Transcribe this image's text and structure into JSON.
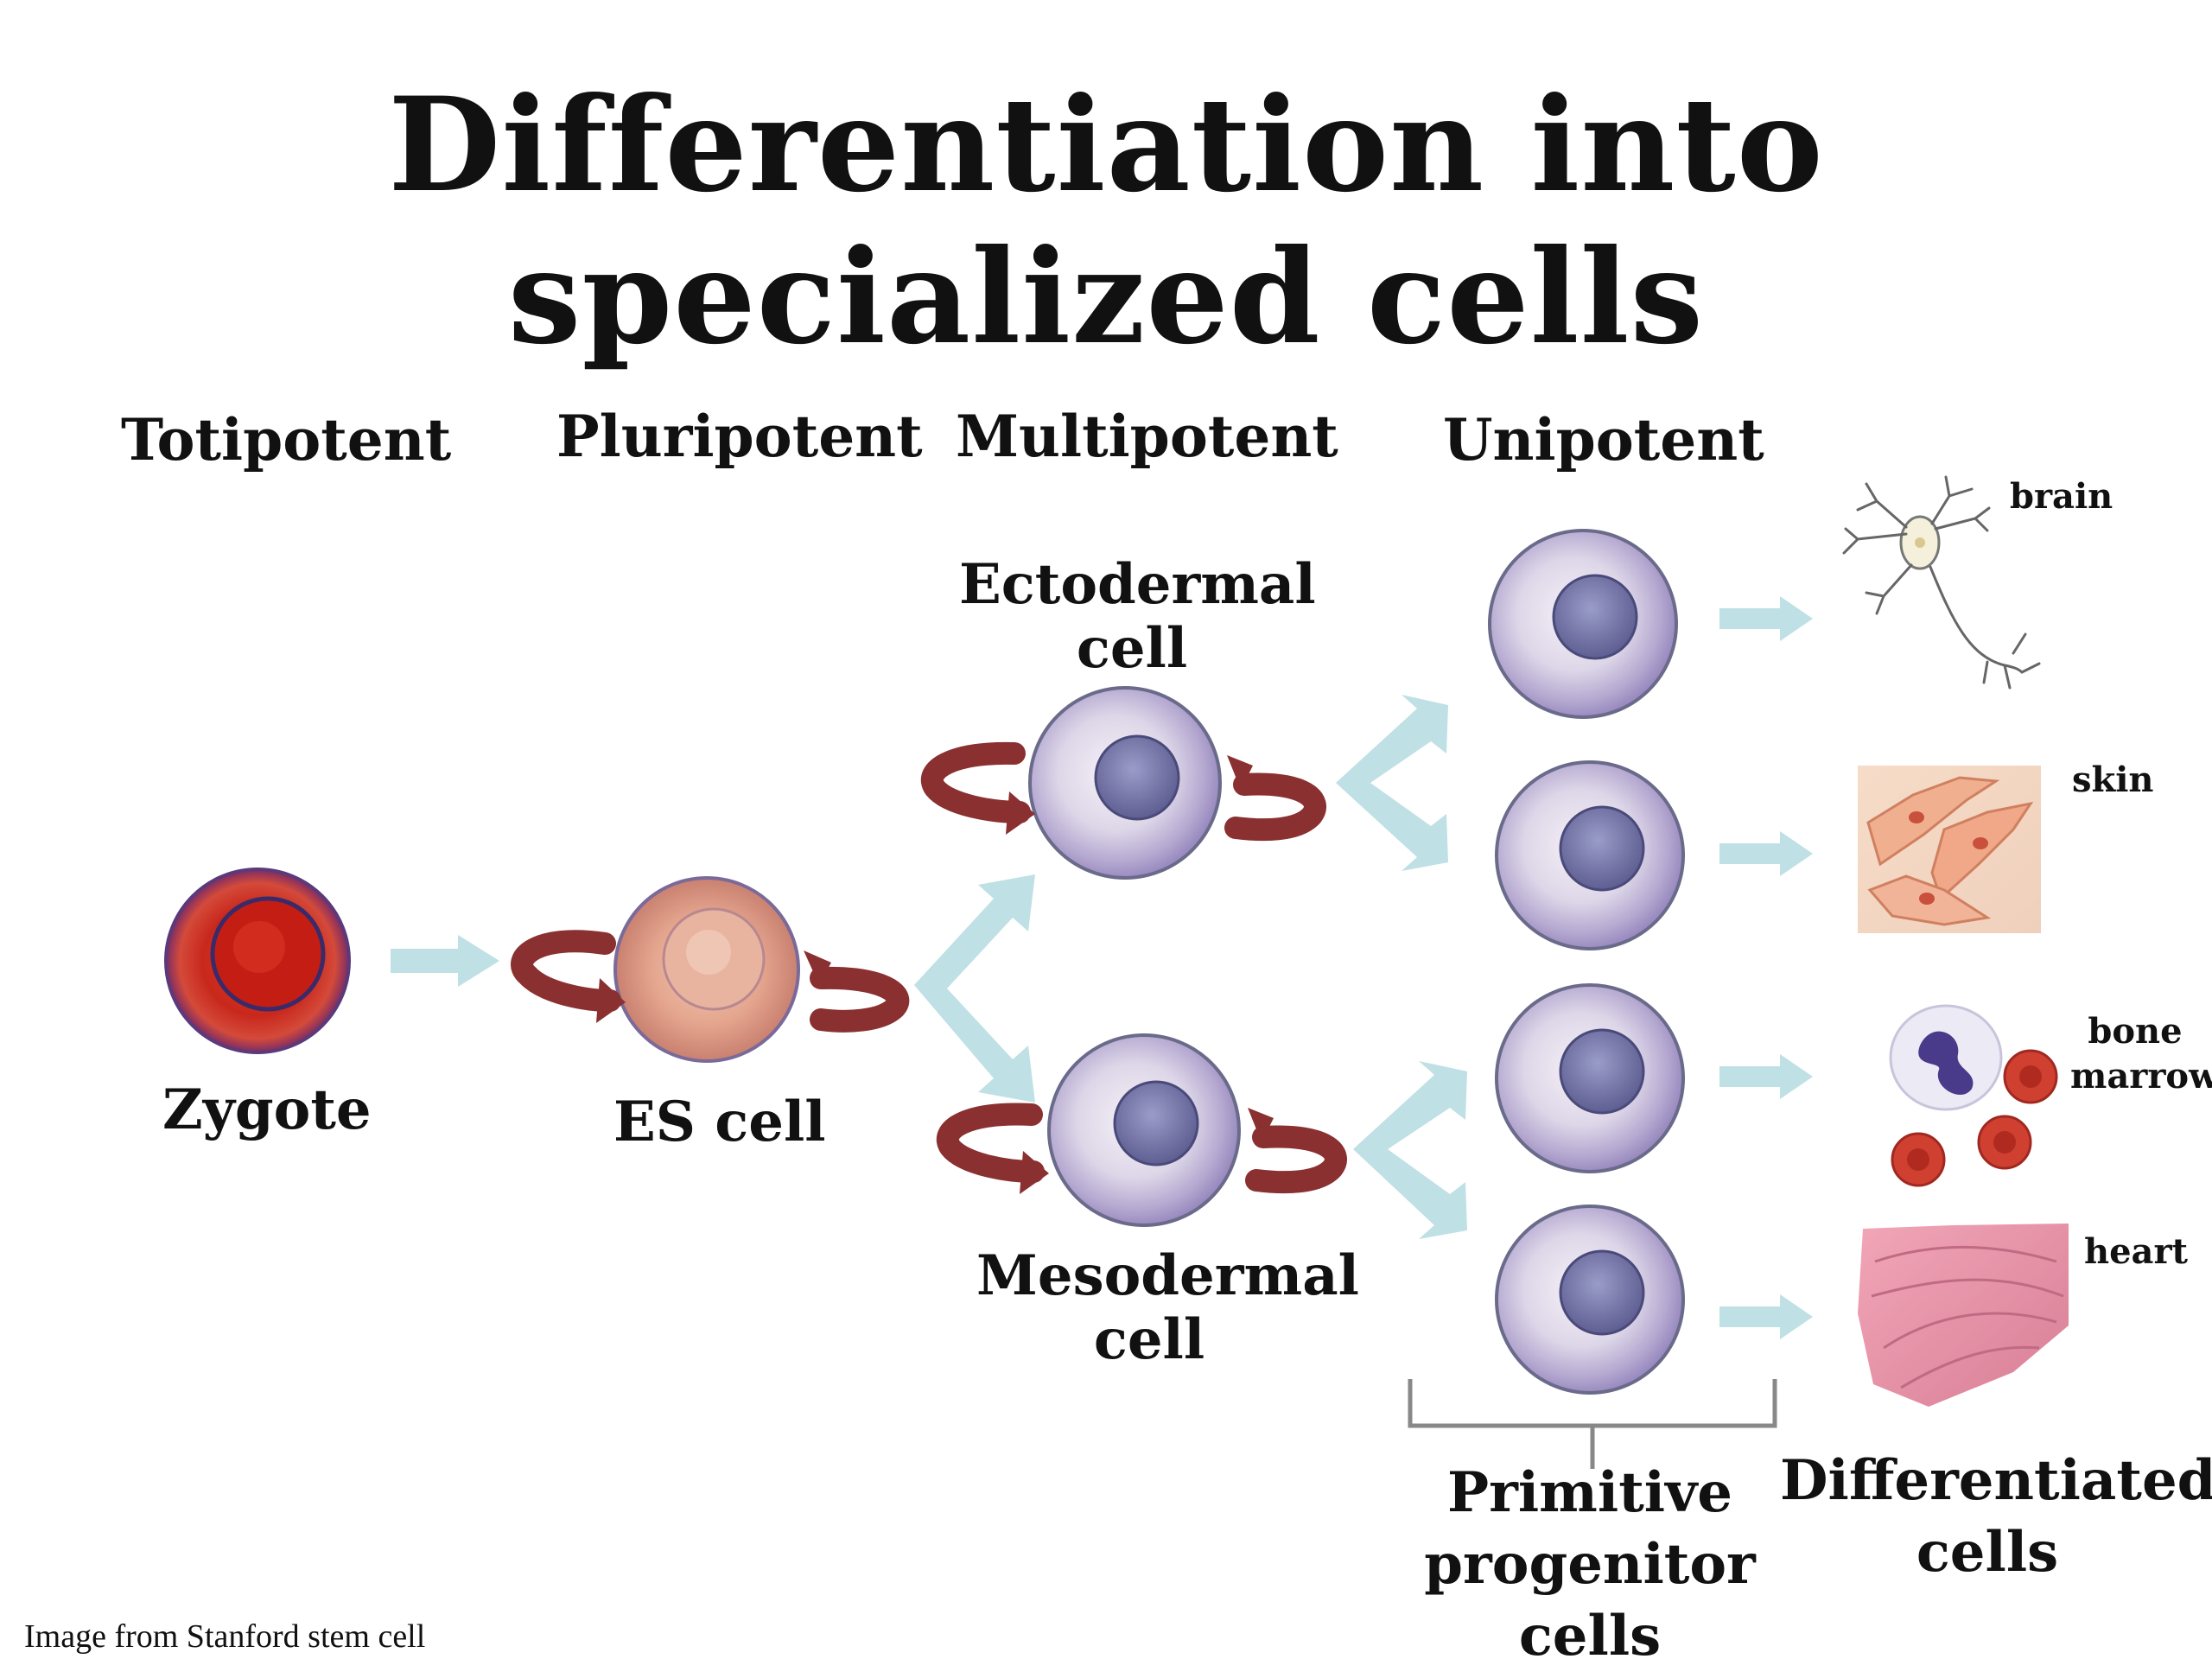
{
  "title": "Differentiation into specialized cells",
  "stages": {
    "totipotent": "Totipotent",
    "pluripotent": "Pluripotent",
    "multipotent": "Multipotent",
    "unipotent": "Unipotent"
  },
  "cells": {
    "zygote": "Zygote",
    "es_cell": "ES cell",
    "ectodermal": [
      "Ectodermal",
      "cell"
    ],
    "mesodermal": [
      "Mesodermal",
      "cell"
    ]
  },
  "tissues": {
    "brain": "brain",
    "skin": "skin",
    "bone_marrow": [
      "bone",
      "marrow"
    ],
    "heart": "heart"
  },
  "groups": {
    "progenitor": [
      "Primitive",
      "progenitor",
      "cells"
    ],
    "differentiated": [
      "Differentiated",
      "cells"
    ]
  },
  "credit": "Image from Stanford stem cell",
  "colors": {
    "zygote": "#c8281c",
    "es_cell": "#e4a58e",
    "stem_cell": "#ddd6e8",
    "nucleus": "#6e6ea0",
    "arrow": "#bfe0e4",
    "curl": "#8a3030"
  }
}
